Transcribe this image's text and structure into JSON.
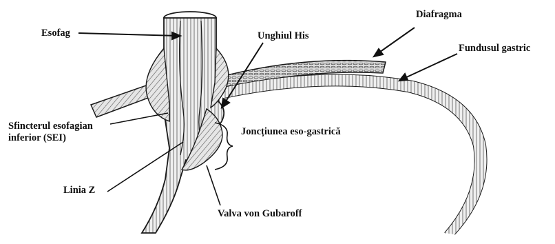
{
  "colors": {
    "ink": "#1a1a1a",
    "paper": "#ffffff",
    "tissue": "#d9d9d9"
  },
  "labels": {
    "esofag": "Esofag",
    "unghiul_his": "Unghiul His",
    "diafragma": "Diafragma",
    "fundusul_gastric": "Fundusul gastric",
    "sei_line1": "Sfincterul esofagian",
    "sei_line2": "inferior (SEI)",
    "jonctiunea": "Joncțiunea eso-gastrică",
    "linia_z": "Linia Z",
    "valva": "Valva von Gubaroff"
  }
}
